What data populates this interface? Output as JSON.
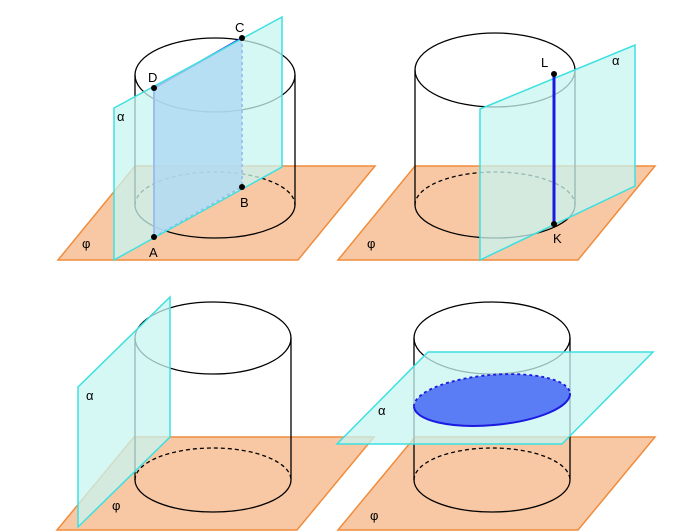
{
  "colors": {
    "background": "#ffffff",
    "plane_phi_fill": "#f8c8a4",
    "plane_phi_stroke": "#f08c3c",
    "plane_alpha_fill": "#c8f5f2",
    "plane_alpha_stroke": "#3de0e0",
    "cylinder_stroke": "#000000",
    "highlight_fill": "#5a7cf5",
    "highlight_stroke": "#1a1ae0"
  },
  "panels": [
    {
      "name": "rectangle-section",
      "labels": {
        "phi": "φ",
        "alpha": "α",
        "A": "A",
        "B": "B",
        "C": "C",
        "D": "D"
      }
    },
    {
      "name": "tangent-line-section",
      "labels": {
        "phi": "φ",
        "alpha": "α",
        "K": "K",
        "L": "L"
      }
    },
    {
      "name": "no-intersection",
      "labels": {
        "phi": "φ",
        "alpha": "α"
      }
    },
    {
      "name": "ellipse-section",
      "labels": {
        "phi": "φ",
        "alpha": "α"
      }
    }
  ]
}
